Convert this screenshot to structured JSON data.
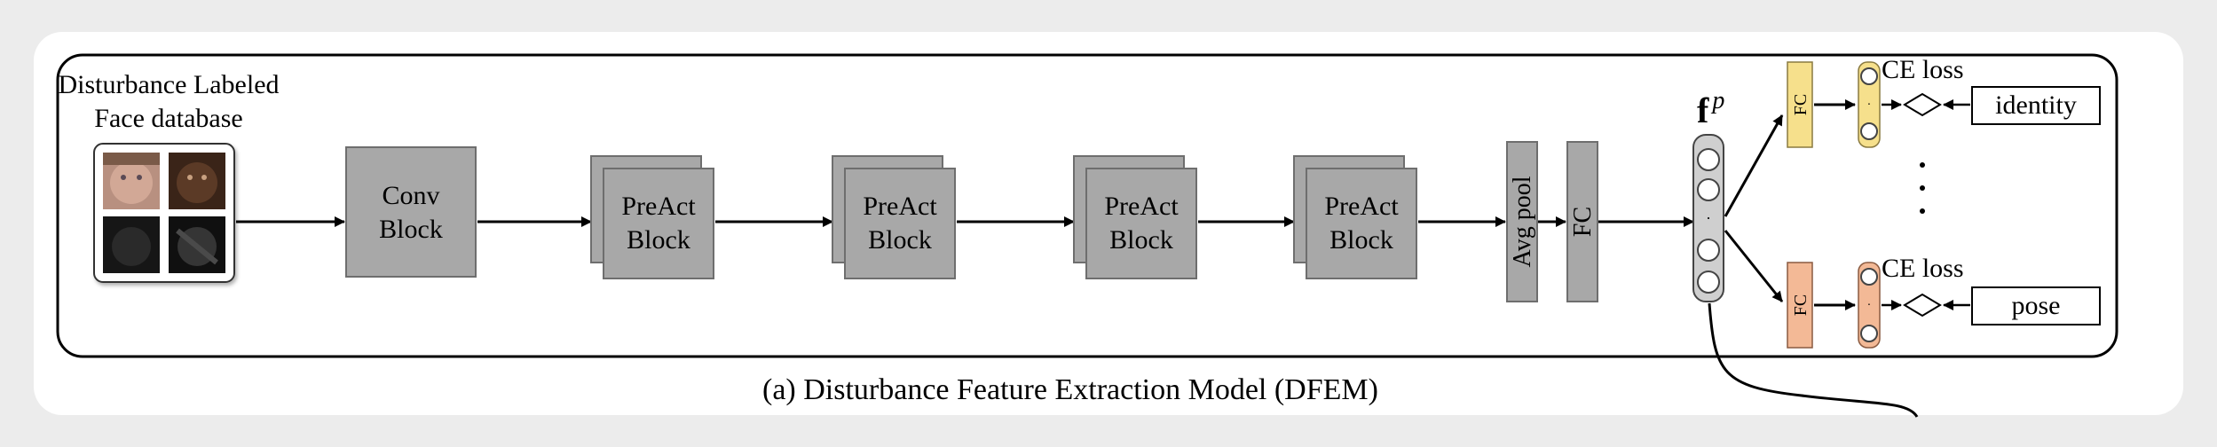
{
  "diagram": {
    "database_label_line1": "Disturbance Labeled",
    "database_label_line2": "Face database",
    "conv_block_line1": "Conv",
    "conv_block_line2": "Block",
    "preact_blocks": [
      {
        "line1": "PreAct",
        "line2": "Block"
      },
      {
        "line1": "PreAct",
        "line2": "Block"
      },
      {
        "line1": "PreAct",
        "line2": "Block"
      },
      {
        "line1": "PreAct",
        "line2": "Block"
      }
    ],
    "avg_pool_label": "Avg pool",
    "fc_label": "FC",
    "feature_symbol": "f",
    "feature_superscript": "p",
    "branch_fc_label": "FC",
    "ce_loss_label": "CE loss",
    "identity_label": "identity",
    "pose_label": "pose",
    "caption": "(a) Disturbance Feature Extraction Model (DFEM)"
  },
  "colors": {
    "block_fill": "#a8a8a8",
    "block_stroke": "#6e6e6e",
    "fc_yellow": "#f6e08c",
    "fc_orange": "#f3b996",
    "node_gray": "#cfcfcf"
  }
}
